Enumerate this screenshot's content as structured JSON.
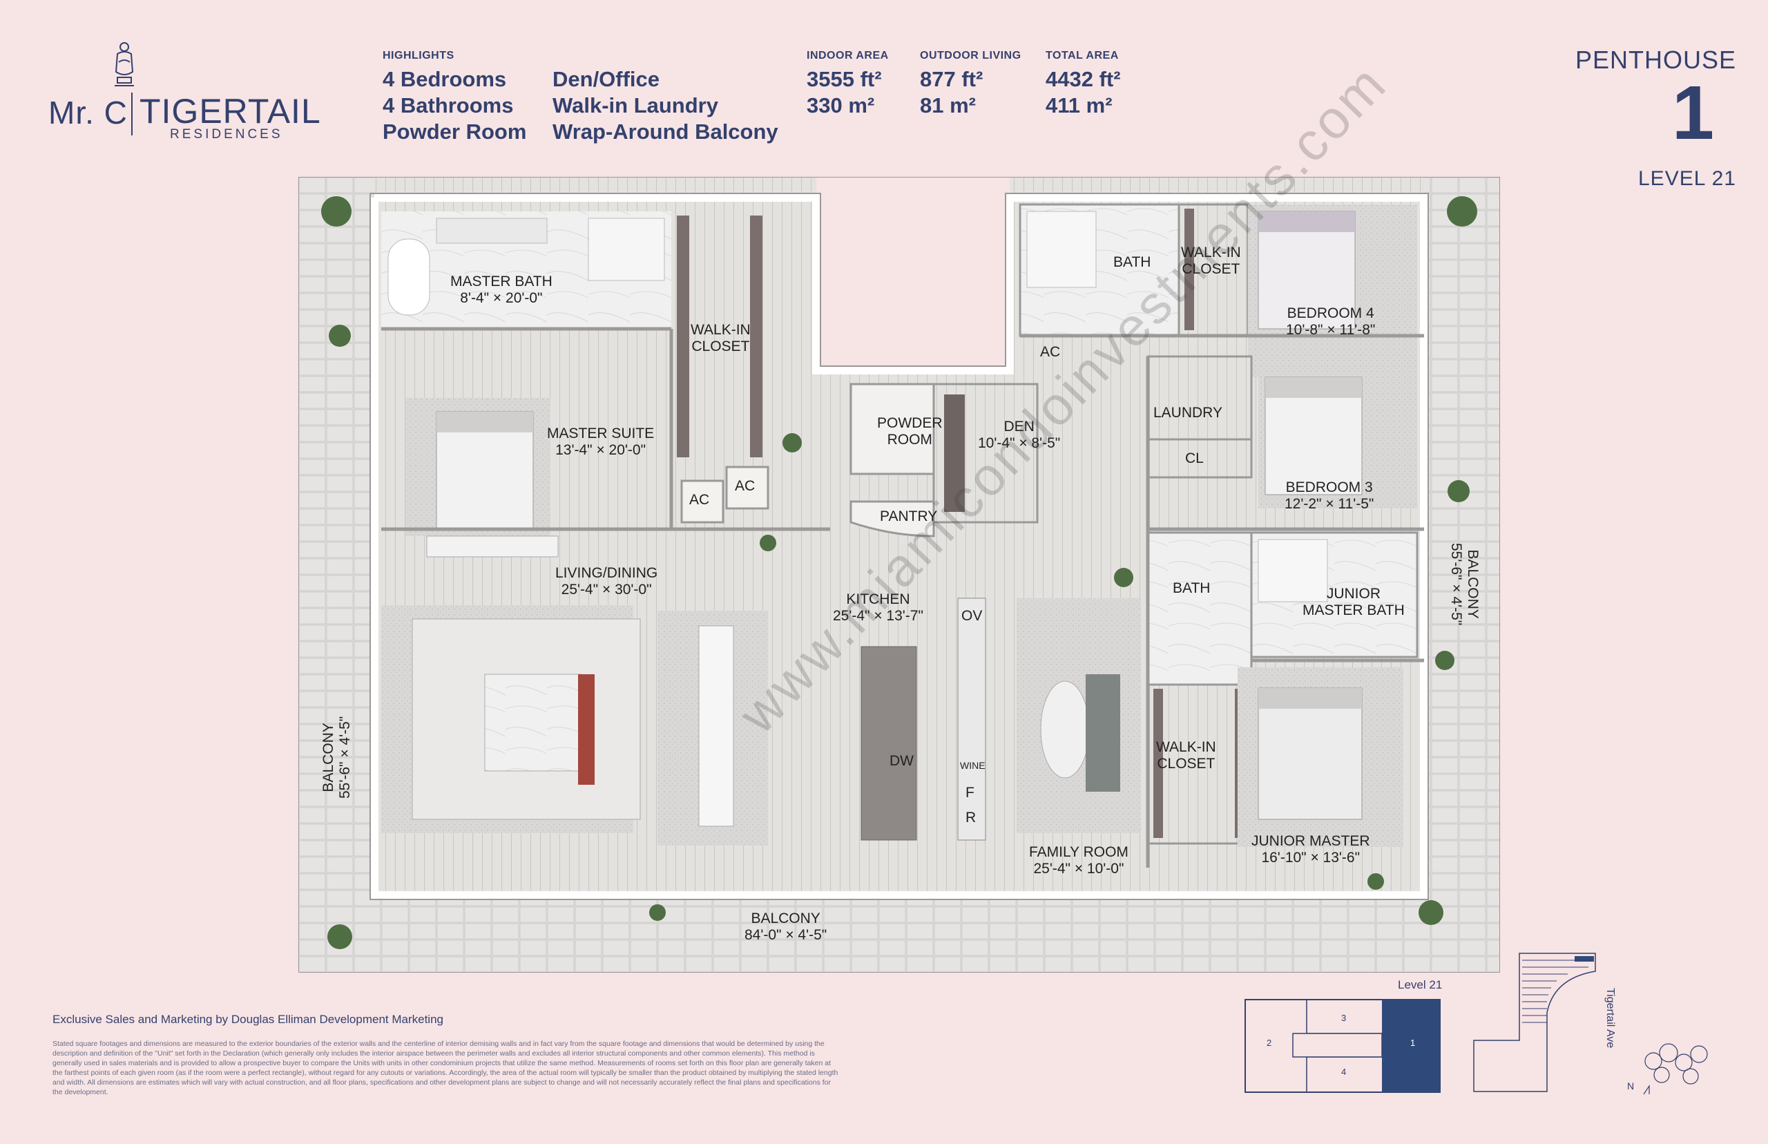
{
  "brand": {
    "mrc": "Mr. C",
    "name": "TIGERTAIL",
    "sub": "RESIDENCES"
  },
  "highlights": {
    "label": "HIGHLIGHTS",
    "col1": [
      "4 Bedrooms",
      "4 Bathrooms",
      "Powder Room"
    ],
    "col2": [
      "Den/Office",
      "Walk-in Laundry",
      "Wrap-Around Balcony"
    ]
  },
  "areas": [
    {
      "label": "INDOOR AREA",
      "ft": "3555 ft²",
      "m": "330 m²"
    },
    {
      "label": "OUTDOOR LIVING",
      "ft": "877 ft²",
      "m": "81 m²"
    },
    {
      "label": "TOTAL AREA",
      "ft": "4432 ft²",
      "m": "411 m²"
    }
  ],
  "unit": {
    "type": "PENTHOUSE",
    "number": "1",
    "level": "LEVEL 21"
  },
  "rooms": {
    "master_bath": {
      "name": "MASTER BATH",
      "dim": "8'-4\" × 20'-0\""
    },
    "walkin_closet_1": {
      "name": "WALK-IN",
      "name2": "CLOSET"
    },
    "master_suite": {
      "name": "MASTER SUITE",
      "dim": "13'-4\" × 20'-0\""
    },
    "ac1": "AC",
    "ac2": "AC",
    "ac3": "AC",
    "powder": {
      "name": "POWDER",
      "name2": "ROOM"
    },
    "den": {
      "name": "DEN",
      "dim": "10'-4\" × 8'-5\""
    },
    "pantry": "PANTRY",
    "bath_a": "BATH",
    "walkin_closet_2": {
      "name": "WALK-IN",
      "name2": "CLOSET"
    },
    "bedroom4": {
      "name": "BEDROOM 4",
      "dim": "10'-8\" × 11'-8\""
    },
    "laundry": "LAUNDRY",
    "cl": "CL",
    "bedroom3": {
      "name": "BEDROOM 3",
      "dim": "12'-2\" × 11'-5\""
    },
    "living": {
      "name": "LIVING/DINING",
      "dim": "25'-4\" × 30'-0\""
    },
    "kitchen": {
      "name": "KITCHEN",
      "dim": "25'-4\" × 13'-7\""
    },
    "ov": "OV",
    "wine": "WINE",
    "f": "F",
    "r": "R",
    "dw": "DW",
    "bath_b": "BATH",
    "junior_bath": {
      "name": "JUNIOR",
      "name2": "MASTER BATH"
    },
    "walkin_closet_3": {
      "name": "WALK-IN",
      "name2": "CLOSET"
    },
    "family": {
      "name": "FAMILY ROOM",
      "dim": "25'-4\" × 10'-0\""
    },
    "junior_master": {
      "name": "JUNIOR MASTER",
      "dim": "16'-10\" × 13'-6\""
    },
    "balcony_left": {
      "name": "BALCONY",
      "dim": "55'-6\" × 4'-5\""
    },
    "balcony_right": {
      "name": "BALCONY",
      "dim": "55'-6\" × 4'-5\""
    },
    "balcony_bottom": {
      "name": "BALCONY",
      "dim": "84'-0\" × 4'-5\""
    }
  },
  "watermark": "www.miamicondoinvestments.com",
  "footer": {
    "sales": "Exclusive Sales and Marketing by Douglas Elliman Development Marketing",
    "disclaimer": "Stated square footages and dimensions are measured to the exterior boundaries of the exterior walls and the centerline of interior demising walls and in fact vary from the square footage and dimensions that would be determined by using the description and definition of the \"Unit\" set forth in the Declaration (which generally only includes the interior airspace between the perimeter walls and excludes all interior structural components and other common elements). This method is generally used in sales materials and is provided to allow a prospective buyer to compare the Units with units in other condominium projects that utilize the same method. Measurements of rooms set forth on this floor plan are generally taken at the farthest points of each given room (as if the room were a perfect rectangle), without regard for any cutouts or variations. Accordingly, the area of the actual room will typically be smaller than the product obtained by multiplying the stated length and width. All dimensions are estimates which will vary with actual construction, and all floor plans, specifications and other development plans are subject to change and will not necessarily accurately reflect the final plans and specifications for the development."
  },
  "key_plan": {
    "level": "Level 21",
    "units": [
      "1",
      "2",
      "3",
      "4"
    ]
  },
  "site": {
    "street": "Tigertail Ave",
    "north": "N"
  },
  "colors": {
    "background": "#f7e4e5",
    "navy": "#33416d",
    "highlight_unit": "#2f4a7a"
  }
}
